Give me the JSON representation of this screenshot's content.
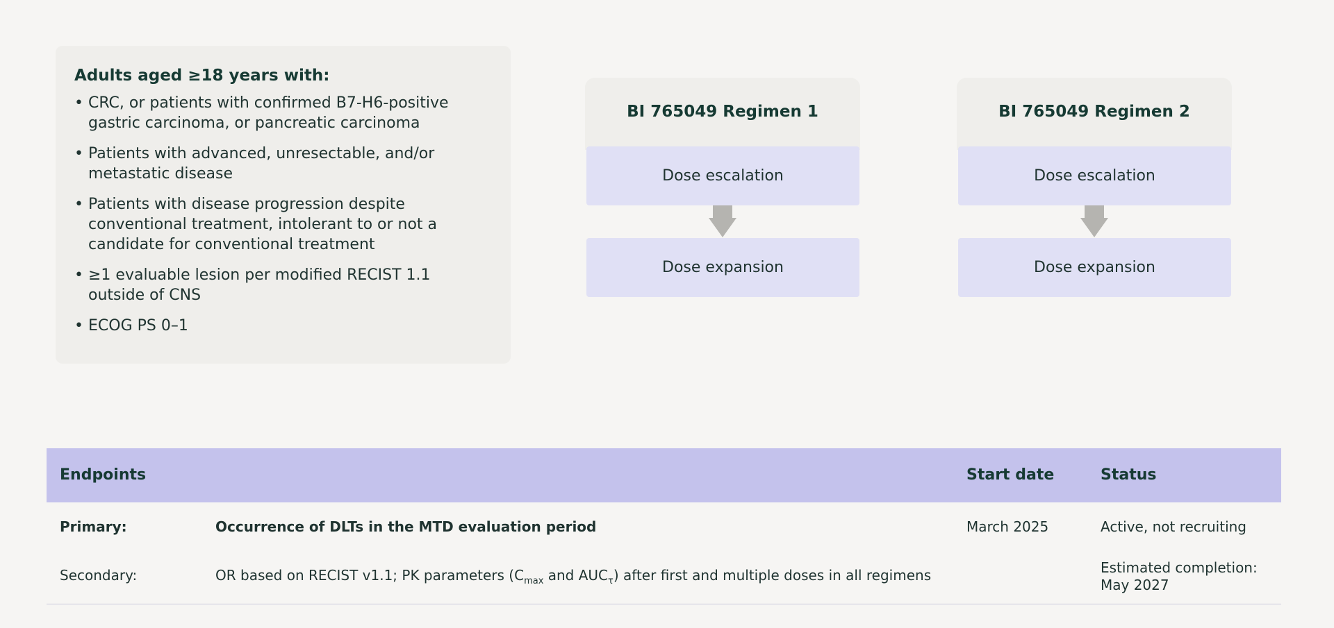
{
  "eligibility": {
    "title": "Adults aged ≥18 years with:",
    "criteria": [
      "CRC, or patients with confirmed B7-H6-positive gastric carcinoma, or pancreatic carcinoma",
      "Patients with advanced, unresectable, and/or metastatic disease",
      "Patients with disease progression despite conventional treatment, intolerant to or not a candidate for conventional treatment",
      "≥1 evaluable lesion per modified RECIST 1.1 outside of CNS",
      "ECOG PS 0–1"
    ]
  },
  "regimens": [
    {
      "title": "BI 765049 Regimen 1",
      "escalation": "Dose escalation",
      "expansion": "Dose expansion"
    },
    {
      "title": "BI 765049 Regimen 2",
      "escalation": "Dose escalation",
      "expansion": "Dose expansion"
    }
  ],
  "colors": {
    "header_band": "#c4c2ec",
    "phase_box": "#e0e0f5",
    "panel": "#efeeeb",
    "arrow": "#b5b4b0",
    "text": "#1f3330"
  },
  "endpoints": {
    "headers": {
      "endpoints": "Endpoints",
      "start_date": "Start date",
      "status": "Status"
    },
    "primary": {
      "label": "Primary:",
      "description": "Occurrence of DLTs in the MTD evaluation period",
      "start_date": "March 2025",
      "status": "Active, not recruiting"
    },
    "secondary": {
      "label": "Secondary:",
      "description_part1": "OR based on RECIST v1.1; PK parameters (C",
      "description_sub1": "max",
      "description_part2": " and AUC",
      "description_sub2": "τ",
      "description_part3": ") after first and multiple doses in all regimens",
      "status_line1": "Estimated completion:",
      "status_line2": "May 2027"
    }
  }
}
